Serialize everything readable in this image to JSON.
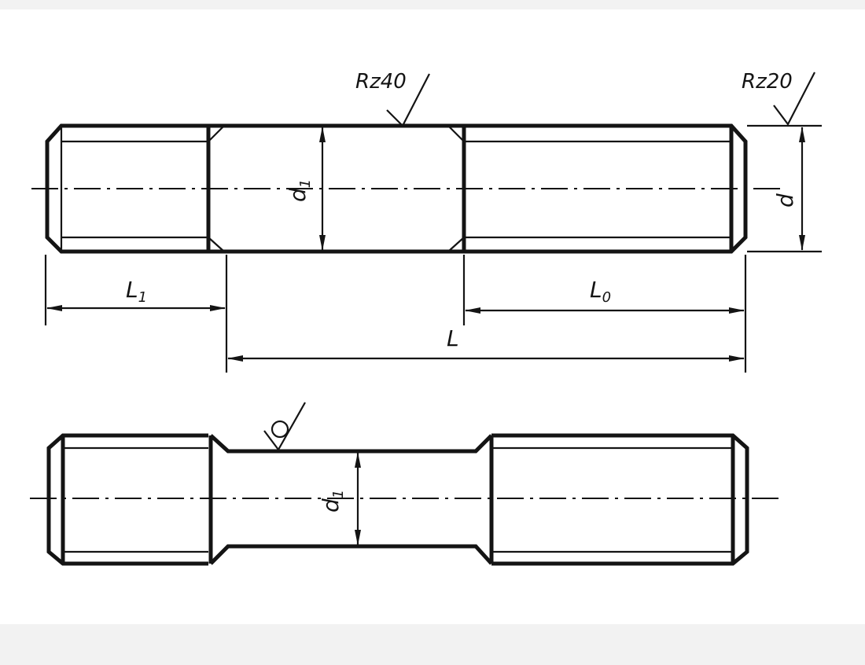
{
  "labels": {
    "rz40": "Rz40",
    "rz20": "Rz20",
    "d1": "d",
    "d1_sub": "1",
    "d": "d",
    "L1": "L",
    "L1_sub": "1",
    "L0": "L",
    "L0_sub": "0",
    "L": "L",
    "lower_d1": "d",
    "lower_d1_sub": "1"
  },
  "colors": {
    "ink": "#141414",
    "paper": "#ffffff",
    "background": "#f2f2f2"
  }
}
